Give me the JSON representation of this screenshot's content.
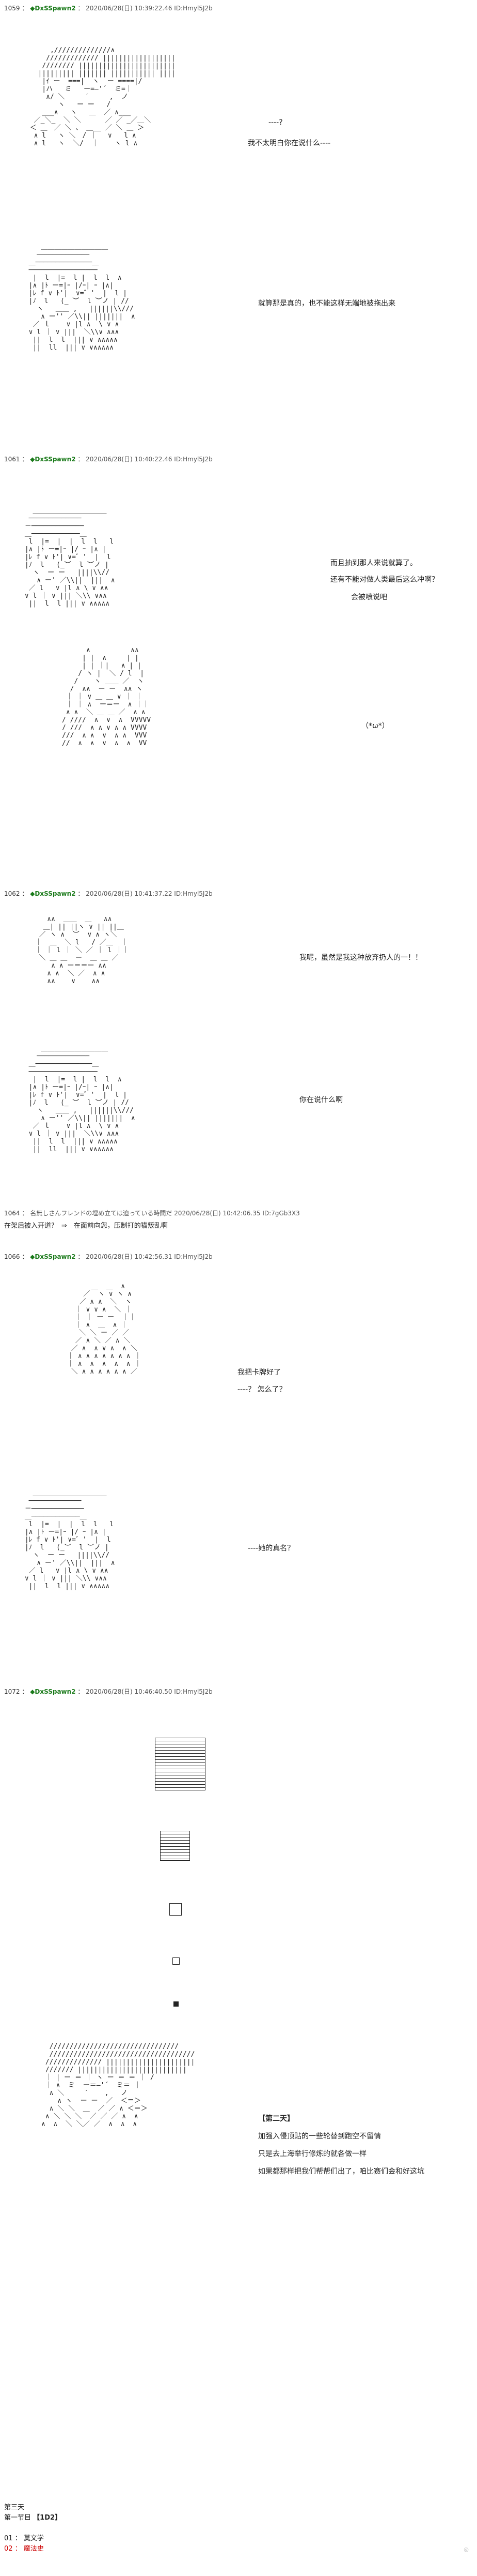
{
  "posts": [
    {
      "num": "1059",
      "name": "◆DxSSpawn2",
      "meta": "2020/06/28(日) 10:39:22.46 ID:Hmyl5J2b"
    },
    {
      "num": "1061",
      "name": "◆DxSSpawn2",
      "meta": "2020/06/28(日) 10:40:22.46 ID:Hmyl5J2b"
    },
    {
      "num": "1062",
      "name": "◆DxSSpawn2",
      "meta": "2020/06/28(日) 10:41:37.22 ID:Hmyl5J2b"
    },
    {
      "num": "1064",
      "name": "名無しさんフレンド",
      "meta": "2020/06/28(日) 10:42:06.35 ID:7gGb3X3"
    },
    {
      "num": "1066",
      "name": "◆DxSSpawn2",
      "meta": "2020/06/28(日) 10:42:56.31 ID:Hmyl5J2b"
    },
    {
      "num": "1072",
      "name": "◆DxSSpawn2",
      "meta": "2020/06/28(日) 10:46:40.50 ID:Hmyl5J2b"
    }
  ],
  "reply_1064": {
    "prefix_name": "名無しさんフレンドの埋め立ては迫っている時間だ",
    "line": "在架后被入开道?　⇒　在面前向您，压制打的猫叛乱啊"
  },
  "dialogue": {
    "d1_a": "----?",
    "d1_b": "我不太明白你在说什么----",
    "d2": "就算那是真的，也不能这样无端地被拖出来",
    "d3_a": "而且抽到那人来说就算了。",
    "d3_b": "还有不能对做人类最后这么冲啊？",
    "d3_c": "会被喷说吧",
    "d4": "（*ω*）",
    "d5": "我呢，虽然是我这种放弃扔人的一！！",
    "d6": "你在说什么啊",
    "d7_a": "我把卡牌好了",
    "d7_b": "----？ 怎么了？",
    "d8": "----她的真名？",
    "d9_a": "【第二天】",
    "d9_b": "加强入侵顶贴的一些轮替到跑空不留情",
    "d9_c": "只是去上海举行修炼的就各做一样",
    "d9_d": "如果都那样把我们帮帮们出了，咱比赛们会和好这坑"
  },
  "footer": {
    "day": "第三天",
    "round_prefix": "第一节目",
    "round_value": "【1D2】",
    "opt1_num": "01",
    "opt1_label": "莫文学",
    "opt2_num": "02",
    "opt2_label": "魔法史"
  },
  "aa": {
    "a1": "      ,//////////////∧\n     ///////////// ||||||||||||||||||\n    //////// ||||||||||||||||||||||||\n   ||||||||| ||||||| ||||||||||| ||||\n    |ｲ ー  ===|  ヽ  ー ====|/\n    |ハ   ミ   ー=―'´  ミ=｜\n     ∧/ ＼     ′     ,  ノ\n        ヽ   ー ー   /\n    ___∧   ヽ   ＿  ／ ∧___\n  ／_＼_  ＼ ＼　　　 ／ ／ _／＿＼\n ＜ ＿　／ ＼ 、 ＿__ ／ ＼ ＿ ＞\n  ∧ l   ヽ ＼　/ ｜　 ∨   l ∧\n  ∧ l   ヽ  ＼/  ｜    ヽ l ∧",
    "a2": "     ＿＿＿＿＿＿＿＿＿＿\n    ─────────────\n  ＿──────────────＿\n  ─────────────────\n   |  l  |=  l |  l  l  ∧\n  |∧ |ﾄ ー=|ｰ |/ｰ| ｰ |∧|\n  |ﾚ f ∨ ﾄ'|  ∨=゛'  |  l |\n  |ﾉ  l   (_ ︶  l ︶ノ | //\n    ヽ   ＿＿ ,   ||||||\\\\///\n     ∧ ー'' ／\\\\|| |||||||  ∧\n   ／ ｌ    ∨ |l ∧  \\ ∨ ∧\n  ∨ l ｜ ∨ |||  ＼\\\\∨ ∧∧∧\n   ||  l  l  ||| ∨ ∧∧∧∧∧\n   ||  ll  ||| ∨ ∨∧∧∧∧∧",
    "a3": "   ＿＿＿＿＿＿＿＿＿＿＿\n  ─────────────\n －─────────────\n ＿────────────＿\n  l  |=  |  |  l  l   l\n |∧ |ﾄ ー=|ｰ |/ ｰ |∧ |\n |ﾚ f ∨ ﾄ'| ∨=゛'  |  l\n |ﾉ  l   (_︶  l ︶ノ |\n   ヽ  ー ー   ||||\\\\//\n    ∧ ー' ／\\\\||  |||  ∧\n  ／ l   ∨ |l ∧ \\ ∨ ∧∧\n ∨ l ｜ ∨ ||| ＼\\\\ ∨∧∧\n  ||  l  l ||| ∨ ∧∧∧∧∧",
    "a4": "      ∧          ∧∧\n     | |  ∧     | |\n     | | ｜|   ∧ | |\n    / ヽ |  ＼ / l  |\n   /    ヽ ＿＿ ／  ヽ\n  /  ∧∧  ー ー  ∧∧ ヽ\n ｜ ｜ ∨ ＿ ＿ ∨ ｜ ｜\n ｜ ｜ ∧  ー＝ー  ∧ ｜｜\n ∧ ∧  ＼ ＿ ＿ ／  ∧ ∧\n/ ////  ∧  ∨  ∧  VVVVV\n/ ///  ∧ ∧ ∨ ∧ ∧ VVVV\n///  ∧ ∧  ∨  ∧ ∧  VVV\n//  ∧  ∧  ∨  ∧  ∧  VV",
    "a5": "    ∧∧  ＿＿  ＿   ∧∧\n   ＿| || ||ヽ ∨ || ||＿\n  ／ ヽ ∧  ︶  ∨ ∧ ヽ＼\n ｜  ＿  ＼ l   / ／＿  ｜\n ｜ ｜ l ｜ ＼ ／ ｜ l ｜｜\n  ＼ ＿ ＿  ー  ＿ ＿ ／\n     ∧ ∧ ー＝＝ー ∧∧\n    ∧ ∧  ＼ ／  ∧ ∧\n    ∧∧    ∨    ∧∧",
    "a6": "      ＿  ＿  ∧\n    ／  ヽ ∨ ヽ ∧\n   ／ ∧ ∧  ＼  ヽ\n  ｜ ∨ ∨ ∧  ＼ ｜\n  ｜ ｜ ー ー  ｜｜\n  ｜ ∧  ＿  ∧ ｜\n   ＼ ＼ ー ／ ／\n  ／ ∧ ＼ ／ ∧ ＼\n ／ ∧  ∧ ∨ ∧  ∧ ＼\n｜ ∧ ∧ ∧ ∧ ∧ ∧ ∧ ｜\n｜ ∧  ∧  ∧  ∧  ∧ ｜\n ＼ ∧ ∧ ∧ ∧ ∧ ∧ ／",
    "a7": "  ////////////////////////////////\n  ////////////////////////////////////\n ////////////// ||||||||||||||||||||||\n /////// |||||||||||||||||||||||||||\n ｜ | ー ＝ ｜ ヽ ー ＝ ＝ ｜ /\n ｜ ∧  ミ  ー＝―'´  ミ＝ ｜\n  ∧ ＼     ′    ,   ノ\n    ∧ ヽ  ー ー  ／  ＜＝＞\n  ∧ ＼ ＼  ＿  ／ ／ ∧ ＜＝＞\n ∧ ＼ ＼ ＼  ／ ／ ／ ∧  ∧\n∧  ∧  ＼ ＼／ ／  ∧  ∧  ∧"
  }
}
